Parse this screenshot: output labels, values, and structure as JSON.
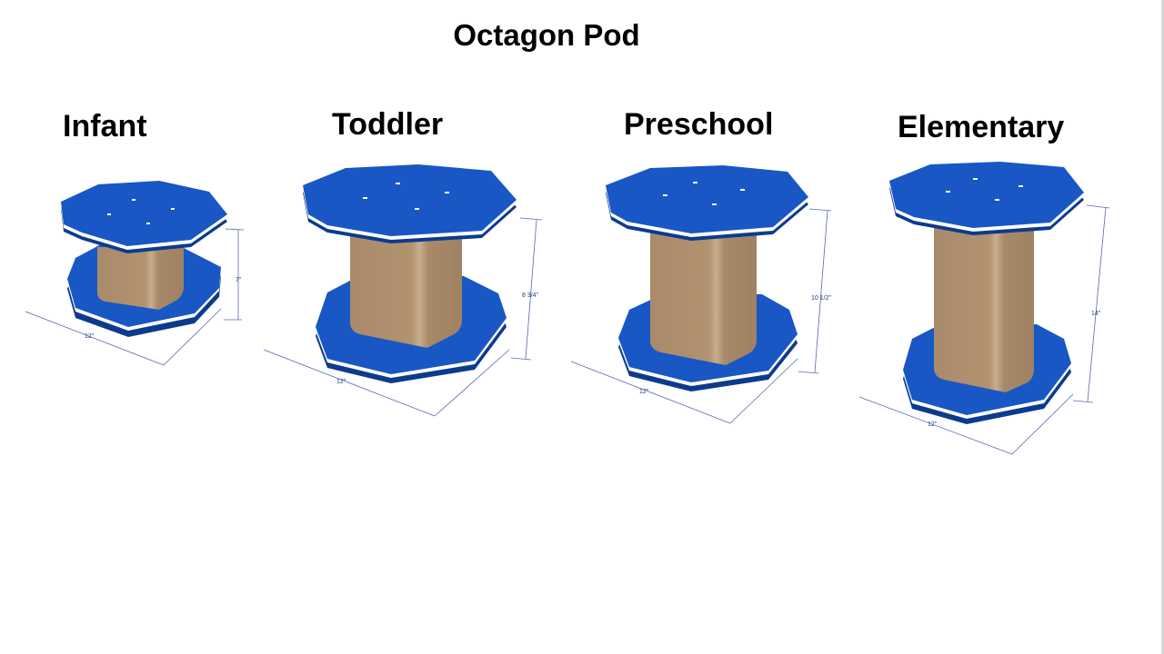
{
  "title": "Octagon Pod",
  "colors": {
    "seat_blue": "#1857c4",
    "seat_blue_dark": "#0c3b8e",
    "core_tan": "#ae8f70",
    "dimension_line": "#5568b8"
  },
  "models": [
    {
      "label": "Infant",
      "width_dim": "12\"",
      "height_dim": "7\""
    },
    {
      "label": "Toddler",
      "width_dim": "12\"",
      "height_dim": "8 3/4\""
    },
    {
      "label": "Preschool",
      "width_dim": "12\"",
      "height_dim": "10 1/2\""
    },
    {
      "label": "Elementary",
      "width_dim": "12\"",
      "height_dim": "14\""
    }
  ]
}
